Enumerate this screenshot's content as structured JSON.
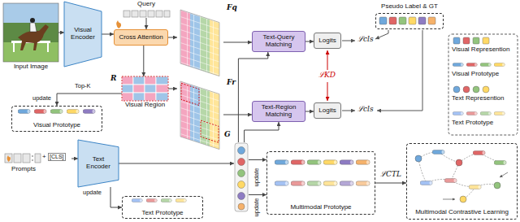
{
  "diagram": {
    "nodes": [
      {
        "text": [
          "Input Image"
        ]
      },
      {
        "text": [
          "Visual Encoder"
        ]
      },
      {
        "text": [
          "Query"
        ]
      },
      {
        "text": [
          "Cross Attention"
        ]
      },
      {
        "text": [
          "Fq"
        ]
      },
      {
        "text": [
          "R",
          "Visual Region"
        ]
      },
      {
        "text": [
          "Visual Prototype"
        ]
      },
      {
        "text": [
          "Fr"
        ]
      },
      {
        "text": [
          "Text-Query Matching"
        ]
      },
      {
        "text": [
          "Text-Region Matching"
        ]
      },
      {
        "text": [
          "Logits"
        ]
      },
      {
        "text": [
          "Logits"
        ]
      },
      {
        "text": [
          "Pseudo Label & GT"
        ]
      },
      {
        "text": [
          "+",
          "[CLS]",
          "Prompts"
        ]
      },
      {
        "text": [
          "Text Encoder"
        ]
      },
      {
        "text": [
          "Text Prototype"
        ]
      },
      {
        "text": [
          "G"
        ]
      },
      {
        "text": [
          "Multimodal Prototype"
        ]
      },
      {
        "text": [
          "Multimodal Contrastive Learning"
        ]
      }
    ],
    "edges": [
      {
        "from": 0,
        "to": 1,
        "arrow": "to"
      },
      {
        "from": 1,
        "to": 3,
        "arrow": "to"
      },
      {
        "from": 2,
        "to": 3,
        "arrow": "to"
      },
      {
        "from": 3,
        "to": 4,
        "arrow": "to"
      },
      {
        "from": 3,
        "to": 5,
        "arrow": "to"
      },
      {
        "from": 5,
        "to": 6,
        "arrow": "to"
      },
      {
        "from": 5,
        "to": 7,
        "arrow": "to"
      },
      {
        "from": 4,
        "to": 8,
        "arrow": "to"
      },
      {
        "from": 7,
        "to": 9,
        "arrow": "to"
      },
      {
        "from": 8,
        "to": 10,
        "arrow": "to"
      },
      {
        "from": 9,
        "to": 11,
        "arrow": "to"
      },
      {
        "from": 16,
        "to": 8,
        "arrow": "to"
      },
      {
        "from": 16,
        "to": 9,
        "arrow": "to"
      },
      {
        "from": 13,
        "to": 14,
        "arrow": "to"
      },
      {
        "from": 14,
        "to": 16,
        "arrow": "to"
      },
      {
        "from": 14,
        "to": 15,
        "arrow": "to"
      },
      {
        "from": 16,
        "to": 17,
        "arrow": "to"
      },
      {
        "from": 16,
        "to": 17,
        "arrow": "to"
      },
      {
        "from": 17,
        "to": 18,
        "arrow": "to"
      }
    ],
    "labels": [
      "Top-K",
      "update",
      "ℒKD",
      "ℒcls",
      "ℒcls",
      "update",
      "update",
      "update",
      "ℒCTL"
    ],
    "legend": [
      {
        "text": "Visual Represention"
      },
      {
        "text": "Visual Prototype"
      },
      {
        "text": "Text Represention"
      },
      {
        "text": "Text Prototype"
      }
    ]
  }
}
